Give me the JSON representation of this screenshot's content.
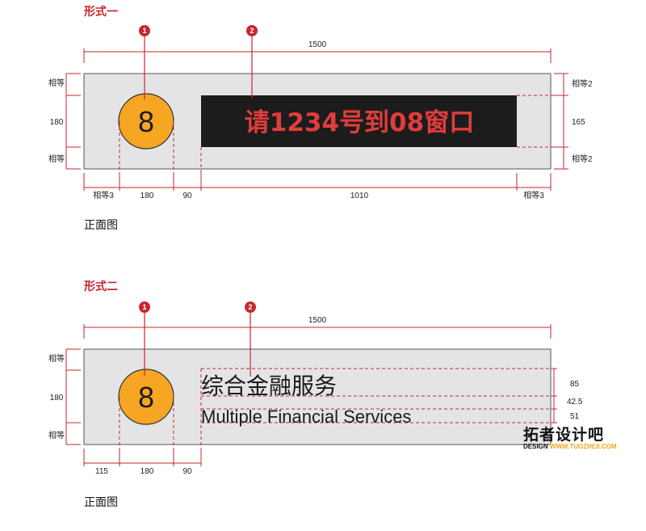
{
  "sections": [
    {
      "title": "形式一",
      "caption": "正面图",
      "badge1": "1",
      "badge2": "2",
      "number": "8",
      "display_text": "请1234号到08窗口",
      "dims": {
        "width": "1500",
        "height": "180",
        "left_top": "相等",
        "left_bottom": "相等",
        "right_top": "相等2",
        "right_mid": "165",
        "right_bottom": "相等2",
        "bottom": [
          "相等3",
          "180",
          "90",
          "1010",
          "相等3"
        ]
      }
    },
    {
      "title": "形式二",
      "caption": "正面图",
      "badge1": "1",
      "badge2": "2",
      "number": "8",
      "text_cn": "综合金融服务",
      "text_en": "Multiple Financial Services",
      "dims": {
        "width": "1500",
        "height": "180",
        "left_top": "相等",
        "left_bottom": "相等",
        "right": [
          "85",
          "42.5",
          "51"
        ],
        "bottom": [
          "115",
          "180",
          "90"
        ]
      }
    }
  ],
  "watermark": {
    "main": "拓者设计吧",
    "sub_prefix": "DESIGN",
    "sub_url": "WWW.TUOZHE8.COM"
  },
  "colors": {
    "accent_red": "#c8262d",
    "panel_gray": "#e4e4e6",
    "circle_orange": "#f6a623",
    "lcd_bg": "#1c1c1c",
    "lcd_text": "#e23c3c"
  }
}
